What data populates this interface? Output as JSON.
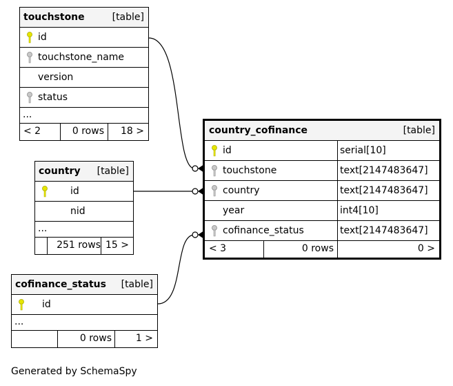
{
  "diagram": {
    "tables": {
      "touchstone": {
        "name": "touchstone",
        "kind": "[table]",
        "columns": [
          "id",
          "touchstone_name",
          "version",
          "status"
        ],
        "more": "...",
        "footer": {
          "left": "< 2",
          "mid": "0 rows",
          "right": "18 >"
        }
      },
      "country": {
        "name": "country",
        "kind": "[table]",
        "columns": [
          "id",
          "nid"
        ],
        "more": "...",
        "footer": {
          "left": "",
          "mid": "251 rows",
          "right": "15 >"
        }
      },
      "cofinance_status": {
        "name": "cofinance_status",
        "kind": "[table]",
        "columns": [
          "id"
        ],
        "more": "...",
        "footer": {
          "left": "",
          "mid": "0 rows",
          "right": "1 >"
        }
      },
      "country_cofinance": {
        "name": "country_cofinance",
        "kind": "[table]",
        "columns": [
          {
            "name": "id",
            "type": "serial[10]"
          },
          {
            "name": "touchstone",
            "type": "text[2147483647]"
          },
          {
            "name": "country",
            "type": "text[2147483647]"
          },
          {
            "name": "year",
            "type": "int4[10]"
          },
          {
            "name": "cofinance_status",
            "type": "text[2147483647]"
          }
        ],
        "footer": {
          "left": "< 3",
          "mid": "0 rows",
          "right": "0 >"
        }
      }
    },
    "caption": "Generated by SchemaSpy",
    "colors": {
      "primary_key": "#e6e600",
      "foreign_key": "#b0b0b0",
      "header_bg": "#f4f4f4"
    }
  }
}
